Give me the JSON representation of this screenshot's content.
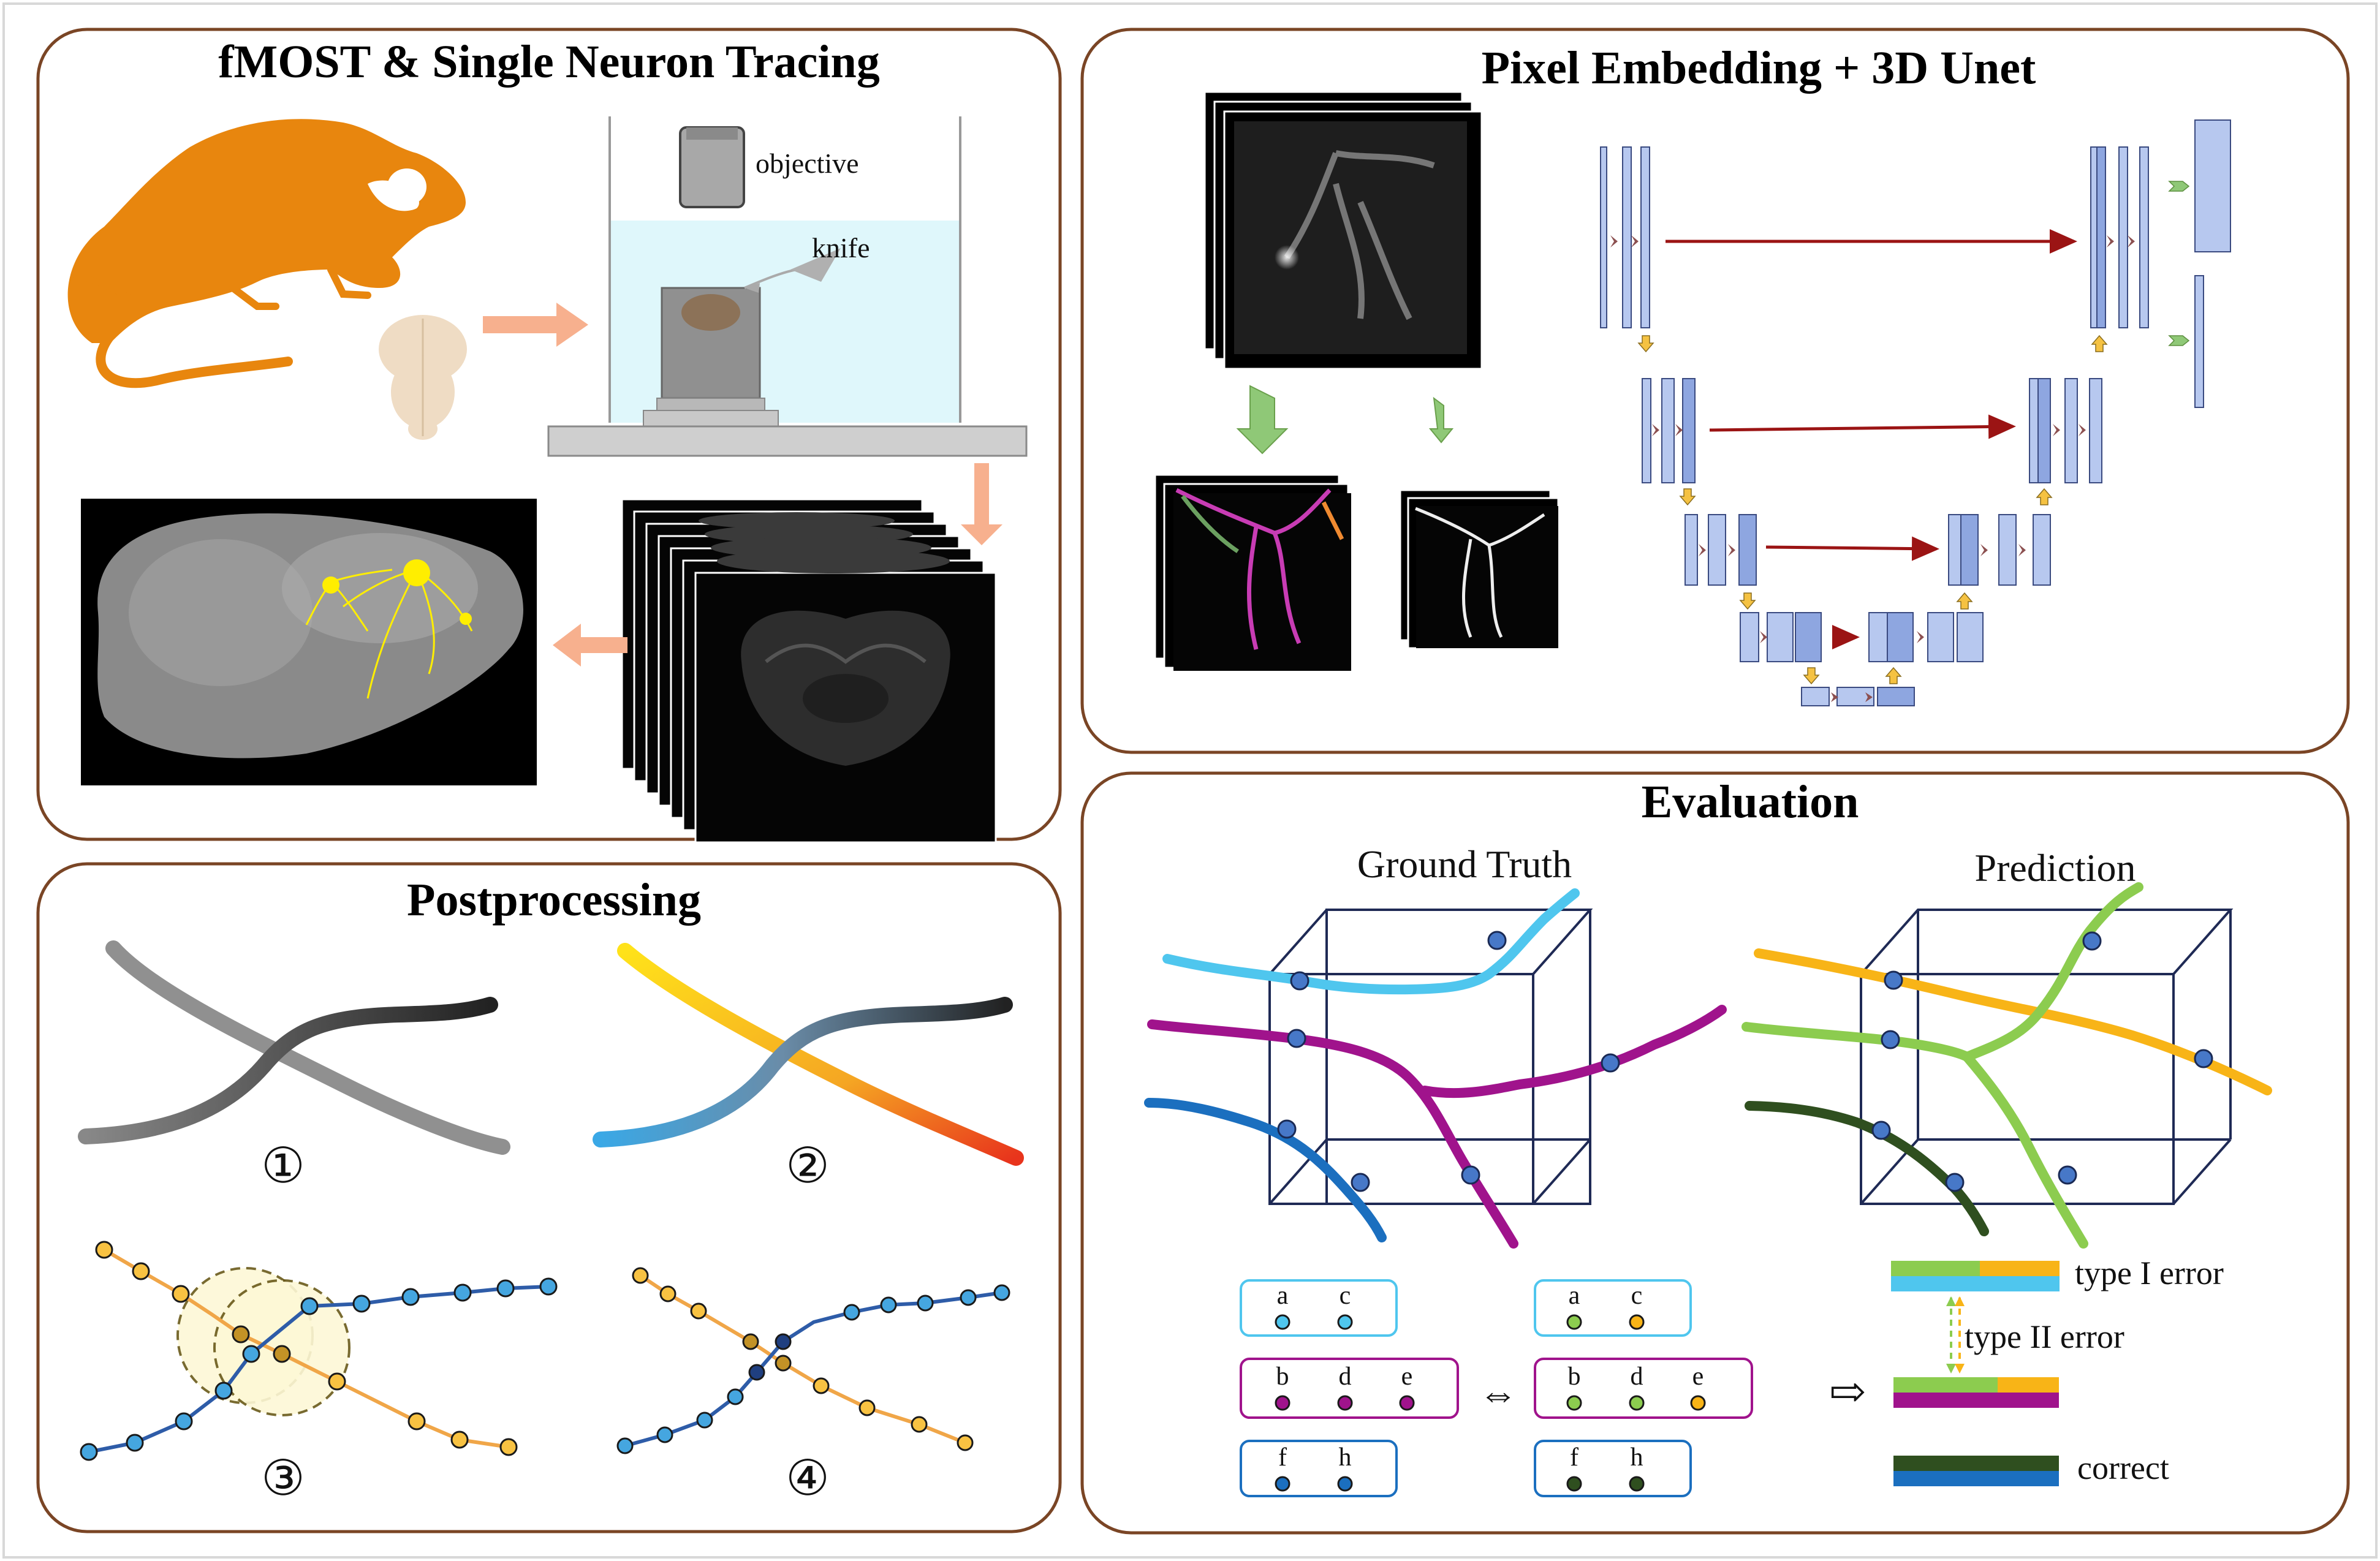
{
  "panels": {
    "tracing": {
      "title": "fMOST & Single Neuron Tracing",
      "objective": "objective",
      "knife": "knife"
    },
    "unet": {
      "title": "Pixel Embedding + 3D Unet"
    },
    "post": {
      "title": "Postprocessing",
      "steps": [
        "①",
        "②",
        "③",
        "④"
      ]
    },
    "eval": {
      "title": "Evaluation",
      "ground_truth": "Ground Truth",
      "prediction": "Prediction",
      "gt_groups": [
        [
          "a",
          "c"
        ],
        [
          "b",
          "d",
          "e"
        ],
        [
          "f",
          "h"
        ]
      ],
      "pred_groups": [
        [
          "a",
          "c"
        ],
        [
          "b",
          "d",
          "e"
        ],
        [
          "f",
          "h"
        ]
      ],
      "type1": "type I error",
      "type2": "type II error",
      "correct": "correct",
      "equiv_symbol": "⇔",
      "arrow_symbol": "⇨"
    }
  },
  "colors": {
    "frame": "#7a4525",
    "rat": "#e8860e",
    "brain": "#efdcc4",
    "arrow_salmon": "#f7b08e",
    "water": "#dff7fb",
    "trace": "#ffee00",
    "gt_cyan": "#4fc6ee",
    "gt_purple": "#a0138c",
    "gt_blue": "#1b6fbf",
    "pred_orange": "#f8b417",
    "pred_green": "#8ccc4f",
    "pred_dark": "#2f4f1f",
    "node_blue": "#4778c8",
    "unet_block": "#b7c8ef",
    "unet_dark": "#8ea6e0",
    "skip_arrow": "#9b1414",
    "down_arrow": "#8fc877"
  }
}
